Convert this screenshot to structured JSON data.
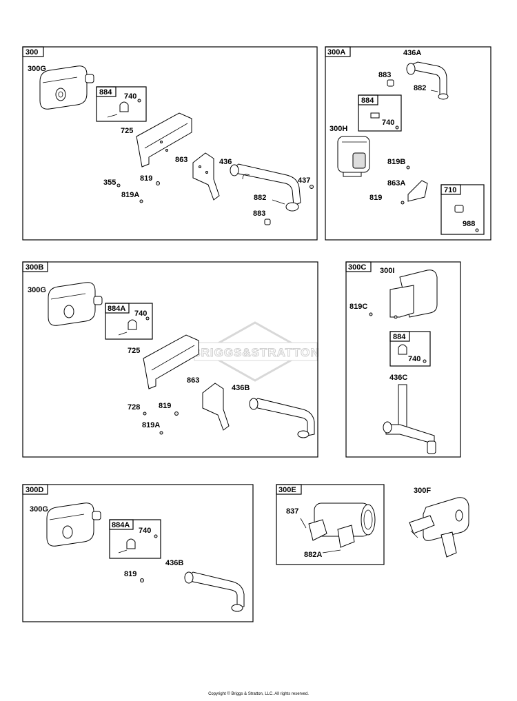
{
  "watermark": "BRIGGS&STRATTON",
  "copyright": "Copyright © Briggs & Stratton, LLC. All rights reserved.",
  "sections": {
    "s300": {
      "tag": "300",
      "labels": {
        "g": "300G",
        "k884": "884",
        "k740": "740",
        "k725": "725",
        "k863": "863",
        "k436": "436",
        "k437": "437",
        "k355": "355",
        "k819": "819",
        "k819a": "819A",
        "k882": "882",
        "k883": "883"
      }
    },
    "s300a": {
      "tag": "300A",
      "labels": {
        "k436a": "436A",
        "k883": "883",
        "k882": "882",
        "k884": "884",
        "k740": "740",
        "h": "300H",
        "k819b": "819B",
        "k863a": "863A",
        "k819": "819",
        "k710": "710",
        "k988": "988"
      }
    },
    "s300b": {
      "tag": "300B",
      "labels": {
        "g": "300G",
        "k884a": "884A",
        "k740": "740",
        "k725": "725",
        "k863": "863",
        "k436b": "436B",
        "k728": "728",
        "k819": "819",
        "k819a": "819A"
      }
    },
    "s300c": {
      "tag": "300C",
      "labels": {
        "i": "300I",
        "k819c": "819C",
        "k884": "884",
        "k740": "740",
        "k436c": "436C"
      }
    },
    "s300d": {
      "tag": "300D",
      "labels": {
        "g": "300G",
        "k884a": "884A",
        "k740": "740",
        "k819": "819",
        "k436b": "436B"
      }
    },
    "s300e": {
      "tag": "300E",
      "labels": {
        "k837": "837",
        "k882a": "882A"
      }
    },
    "s300f": {
      "tag": "300F"
    }
  }
}
